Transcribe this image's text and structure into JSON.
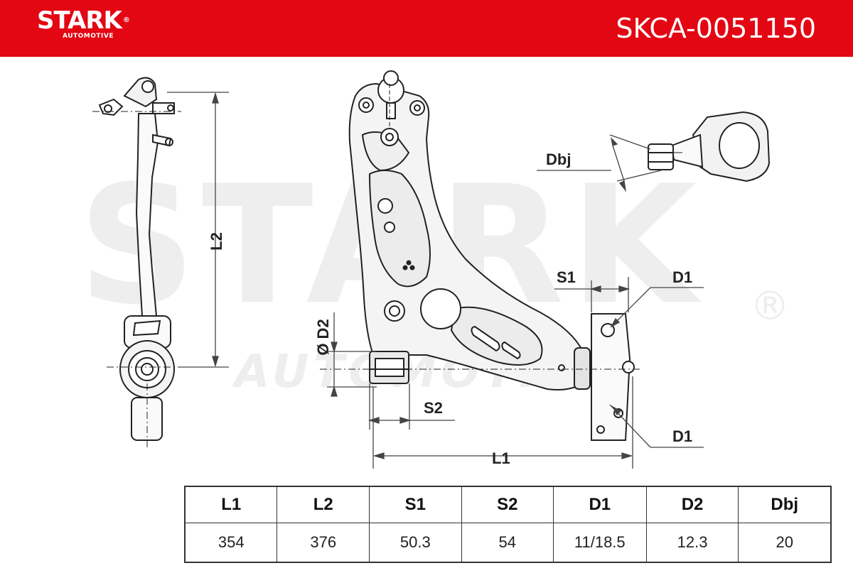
{
  "header": {
    "brand": "STARK",
    "brand_sub": "AUTOMOTIVE",
    "part_number": "SKCA-0051150",
    "color": "#e30613"
  },
  "watermark": {
    "main": "STARK",
    "sub": "AUTOMOTIVE"
  },
  "drawing": {
    "labels": {
      "l2": "L2",
      "dbj": "Dbj",
      "s1": "S1",
      "d1_top": "D1",
      "d2": "Ø D2",
      "s2": "S2",
      "d1_bottom": "D1",
      "l1": "L1"
    }
  },
  "table": {
    "headers": [
      "L1",
      "L2",
      "S1",
      "S2",
      "D1",
      "D2",
      "Dbj"
    ],
    "values": [
      "354",
      "376",
      "50.3",
      "54",
      "11/18.5",
      "12.3",
      "20"
    ]
  }
}
